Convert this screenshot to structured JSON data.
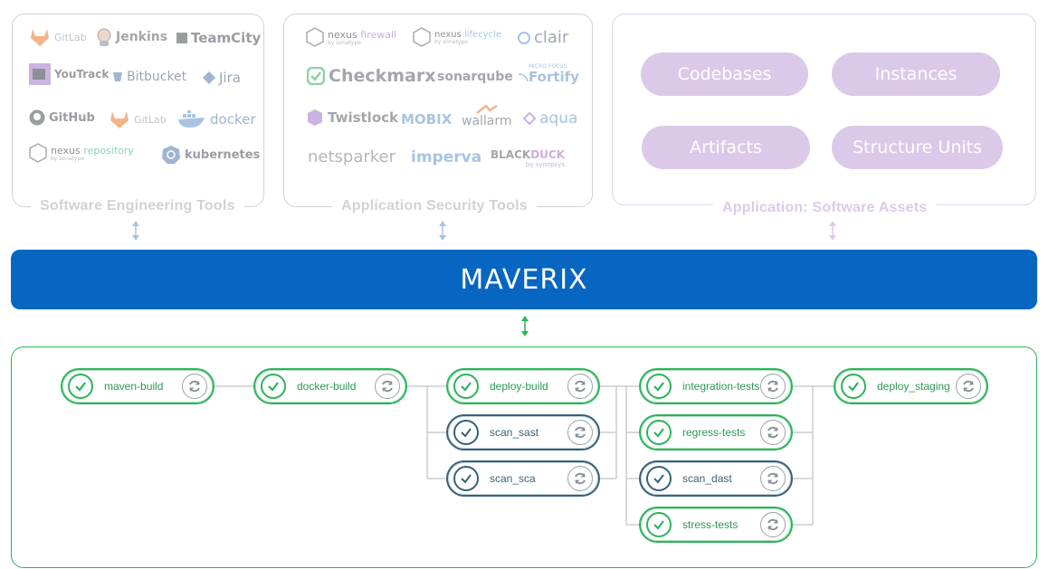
{
  "panels": {
    "engineering": {
      "caption": "Software Engineering Tools",
      "color": "#cfd2d7"
    },
    "security": {
      "caption": "Application Security Tools",
      "color": "#cfd2d7"
    },
    "assets": {
      "caption": "Application: Software Assets",
      "color": "#ddc9eb"
    }
  },
  "engineering_logos": {
    "gitlab": "GitLab",
    "jenkins": "Jenkins",
    "teamcity": "TeamCity",
    "youtrack": "YouTrack",
    "bitbucket": "Bitbucket",
    "jira": "Jira",
    "github": "GitHub",
    "gitlab2": "GitLab",
    "docker": "docker",
    "nexus_repo_a": "nexus",
    "nexus_repo_b": "repository",
    "nexus_repo_sub": "by sonatype",
    "kubernetes": "kubernetes"
  },
  "security_logos": {
    "nexus_fw_a": "nexus",
    "nexus_fw_b": "firewall",
    "nexus_fw_sub": "by sonatype",
    "nexus_lc_a": "nexus",
    "nexus_lc_b": "lifecycle",
    "nexus_lc_sub": "by sonatype",
    "clair": "clair",
    "checkmarx": "Checkmarx",
    "sonarqube": "sonarqube",
    "fortify_sub": "MICRO FOCUS",
    "fortify": "Fortify",
    "twistlock": "Twistlock",
    "mobix": "MOBIX",
    "wallarm": "wallarm",
    "aqua": "aqua",
    "netsparker": "netsparker",
    "imperva": "imperva",
    "blackduck_a": "BLACK",
    "blackduck_b": "DUCK",
    "blackduck_sub": "by synopsys"
  },
  "assets": [
    "Codebases",
    "Instances",
    "Artifacts",
    "Structure Units"
  ],
  "maverix": {
    "title": "MAVERIX",
    "color": "#0766c2"
  },
  "pipeline": {
    "jobs": [
      {
        "name": "maven-build",
        "status": "success"
      },
      {
        "name": "docker-build",
        "status": "success"
      },
      {
        "name": "deploy-build",
        "status": "success"
      },
      {
        "name": "scan_sast",
        "status": "manual"
      },
      {
        "name": "scan_sca",
        "status": "manual"
      },
      {
        "name": "integration-tests",
        "status": "success"
      },
      {
        "name": "regress-tests",
        "status": "success"
      },
      {
        "name": "scan_dast",
        "status": "manual"
      },
      {
        "name": "stress-tests",
        "status": "success"
      },
      {
        "name": "deploy_staging",
        "status": "success"
      }
    ],
    "colors": {
      "success": "#2db35b",
      "manual": "#37617a",
      "border": "#28b459"
    }
  }
}
